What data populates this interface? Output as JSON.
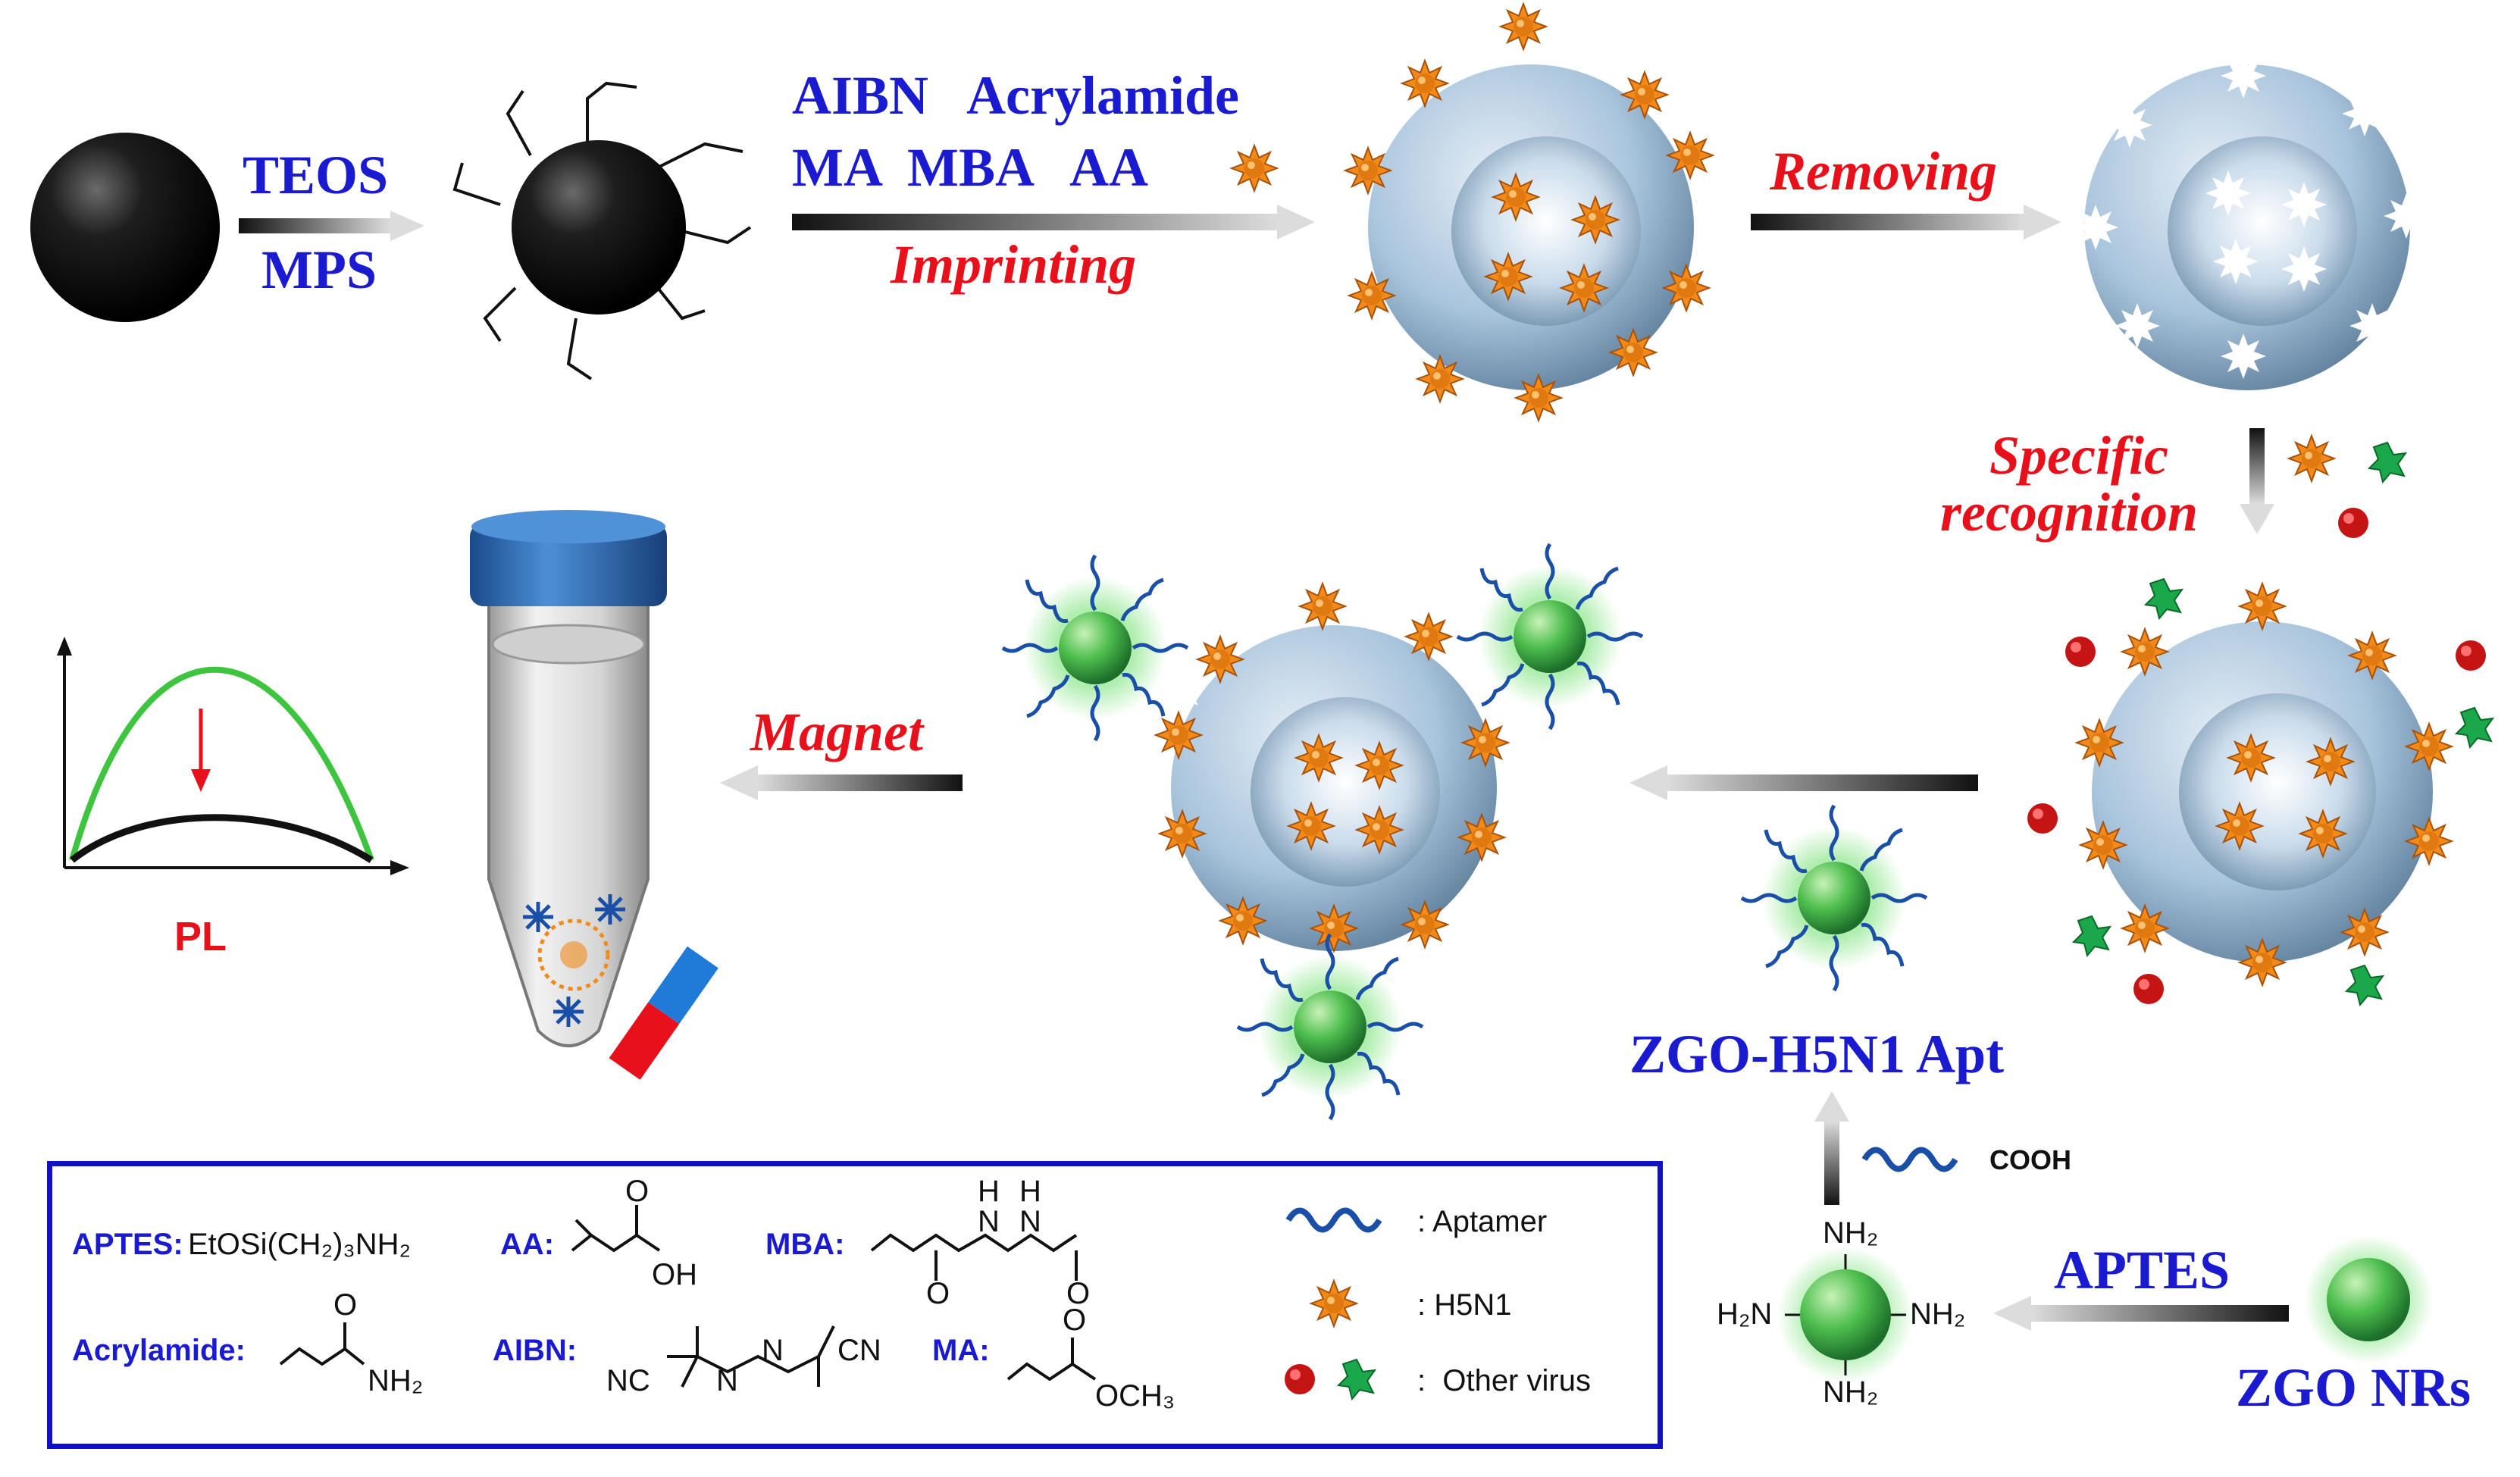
{
  "steps": {
    "teos": "TEOS",
    "mps": "MPS",
    "reagents_line1": "AIBN   Acrylamide",
    "reagents_line2": "MA  MBA   AA",
    "imprinting": "Imprinting",
    "removing": "Removing",
    "specific_recognition_1": "Specific",
    "specific_recognition_2": "recognition",
    "magnet": "Magnet",
    "pl": "PL",
    "zgo_h5n1_apt": "ZGO-H5N1 Apt",
    "aptes_step": "APTES",
    "zgo_nrs": "ZGO NRs",
    "cooh": "COOH",
    "nh2": "NH₂",
    "h2n": "H₂N"
  },
  "legend": {
    "aptes_label": "APTES:",
    "aptes_formula": "EtOSi(CH₂)₃NH₂",
    "aa_label": "AA:",
    "mba_label": "MBA:",
    "acrylamide_label": "Acrylamide:",
    "aibn_label": "AIBN:",
    "ma_label": "MA:",
    "aptamer_text": ": Aptamer",
    "h5n1_text": ": H5N1",
    "other_text": ":  Other virus",
    "oh": "OH",
    "o": "O",
    "h": "H",
    "n": "N",
    "nh2": "NH₂",
    "nc": "NC",
    "cn": "CN",
    "och3": "OCH₃"
  },
  "colors": {
    "label_blue": "#1a1ad0",
    "label_red": "#e8101a",
    "virus_orange": "#f28a1a",
    "other_virus_red": "#c41414",
    "other_virus_green": "#1aa84a",
    "aptamer_blue": "#1a4fa8",
    "zgo_green": "#4fbf4f",
    "shell_blue": "#a8c4dc"
  },
  "icons": [
    "black-nanoparticle-icon",
    "vinyl-nanoparticle-icon",
    "imprinted-shell-icon",
    "empty-cavity-shell-icon",
    "bound-virus-shell-icon",
    "zgo-aptamer-probe-icon",
    "complex-icon",
    "centrifuge-tube-icon",
    "magnet-icon",
    "pl-curve-icon",
    "amine-zgo-icon",
    "zgo-nanorod-icon",
    "h5n1-virus-icon"
  ]
}
